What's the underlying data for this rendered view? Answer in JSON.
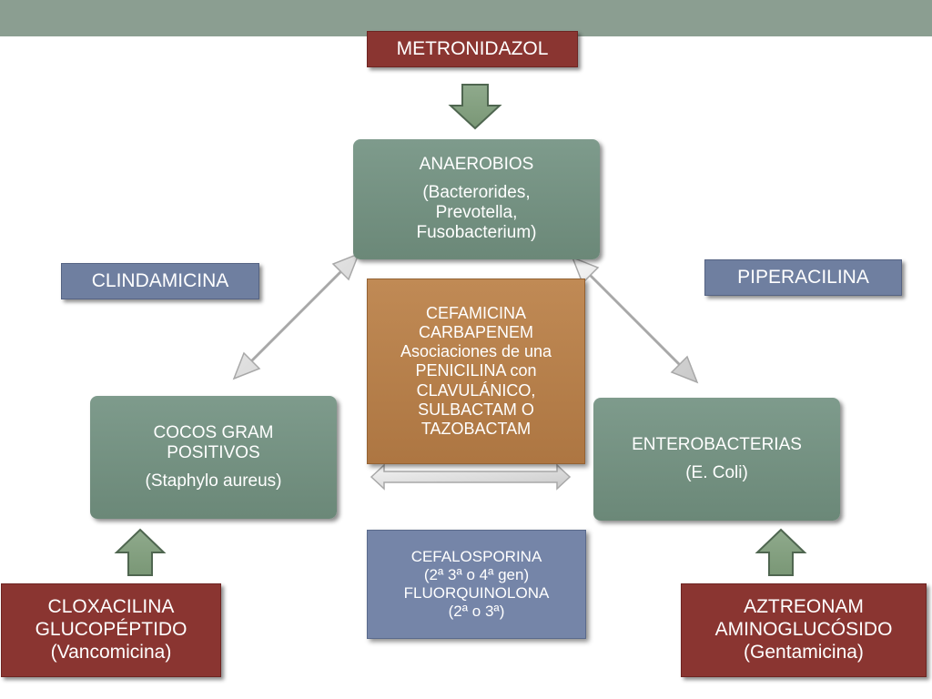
{
  "metronidazol": "METRONIDAZOL",
  "clindamicina": "CLINDAMICINA",
  "piperacilina": "PIPERACILINA",
  "anaerobios": {
    "title": "ANAEROBIOS",
    "lines": [
      "(Bacterorides,",
      "Prevotella,",
      "Fusobacterium)"
    ]
  },
  "center": {
    "lines": [
      "CEFAMICINA",
      "CARBAPENEM",
      "Asociaciones de una",
      "PENICILINA con",
      "CLAVULÁNICO,",
      "SULBACTAM O",
      "TAZOBACTAM"
    ]
  },
  "cocos": {
    "title_lines": [
      "COCOS GRAM",
      "POSITIVOS"
    ],
    "sub": "(Staphylo aureus)"
  },
  "entero": {
    "title": "ENTEROBACTERIAS",
    "sub": "(E. Coli)"
  },
  "cefalosporina": {
    "lines": [
      "CEFALOSPORINA",
      "(2ª 3ª o 4ª gen)",
      "FLUORQUINOLONA",
      "(2ª o 3ª)"
    ]
  },
  "cloxacilina": {
    "lines": [
      "CLOXACILINA",
      "GLUCOPÉPTIDO",
      "(Vancomicina)"
    ]
  },
  "aztreonam": {
    "lines": [
      "AZTREONAM",
      "AMINOGLUCÓSIDO",
      "(Gentamicina)"
    ]
  }
}
